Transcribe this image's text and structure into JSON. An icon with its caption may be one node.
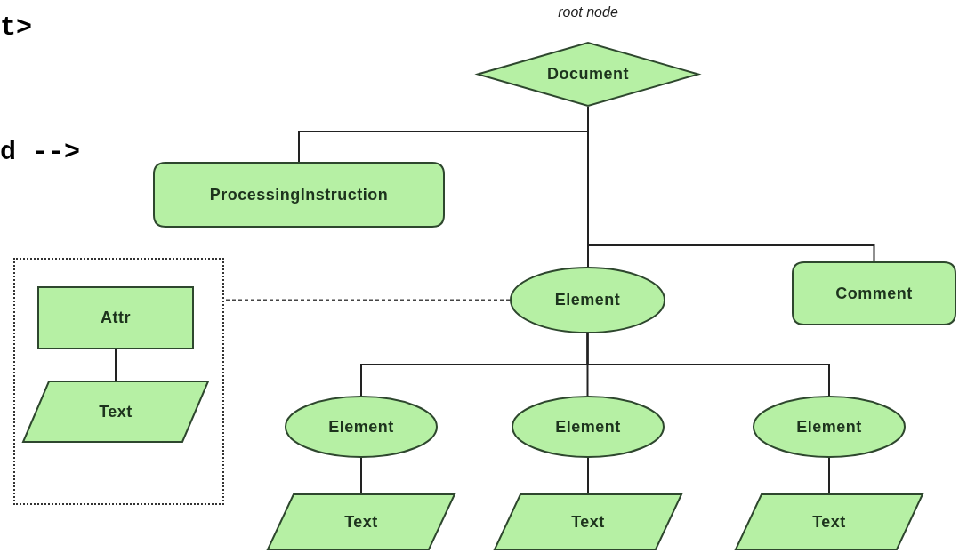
{
  "diagram": {
    "nodes": [
      {
        "text": [
          "Document"
        ],
        "beside": [
          "root node"
        ]
      },
      {
        "text": [
          "ProcessingInstruction"
        ]
      },
      {
        "text": [],
        "shape": "box"
      },
      {
        "text": [
          "Attr"
        ],
        "in": 2
      },
      {
        "text": [
          "Text"
        ],
        "in": 2
      },
      {
        "text": [
          "Element"
        ]
      },
      {
        "text": [
          "Comment"
        ]
      },
      {
        "text": [
          "Element"
        ]
      },
      {
        "text": [
          "Element"
        ]
      },
      {
        "text": [
          "Element"
        ]
      },
      {
        "text": [
          "Text"
        ]
      },
      {
        "text": [
          "Text"
        ]
      },
      {
        "text": [
          "Text"
        ]
      }
    ],
    "edges": [
      {
        "from": 0,
        "to": 1,
        "arrow": "none"
      },
      {
        "from": 0,
        "to": 5,
        "arrow": "none"
      },
      {
        "from": 0,
        "to": 6,
        "arrow": "none"
      },
      {
        "from": 3,
        "to": 4,
        "arrow": "none"
      },
      {
        "from": 5,
        "to": 2,
        "arrow": "none",
        "style": "dashed"
      },
      {
        "from": 5,
        "to": 7,
        "arrow": "none"
      },
      {
        "from": 5,
        "to": 8,
        "arrow": "none"
      },
      {
        "from": 5,
        "to": 9,
        "arrow": "none"
      },
      {
        "from": 7,
        "to": 10,
        "arrow": "none"
      },
      {
        "from": 8,
        "to": 11,
        "arrow": "none"
      },
      {
        "from": 9,
        "to": 12,
        "arrow": "none"
      }
    ],
    "labels": [
      "t>",
      "d -->"
    ]
  }
}
